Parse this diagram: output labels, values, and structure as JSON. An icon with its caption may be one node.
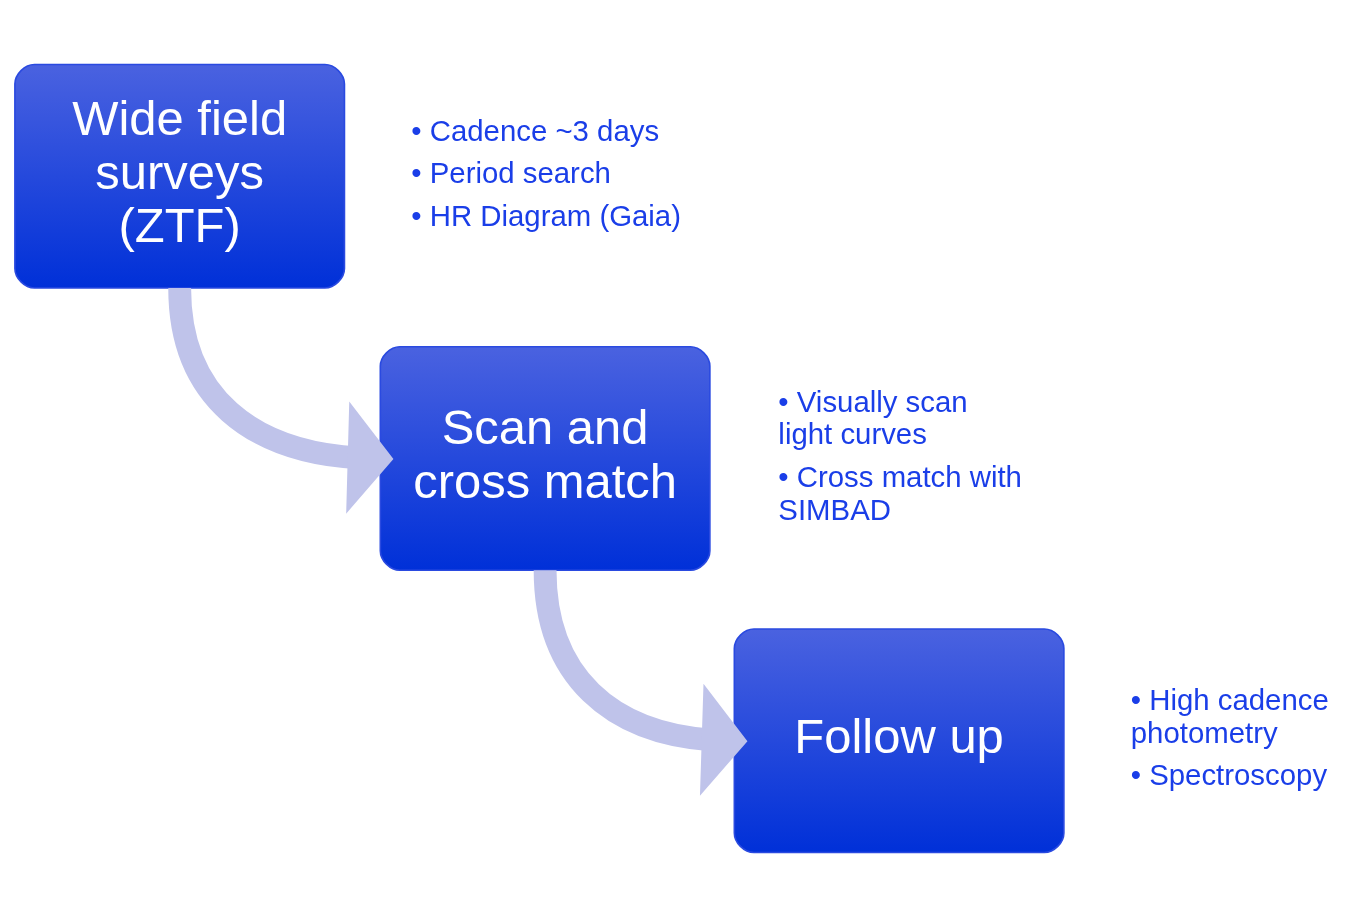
{
  "diagram": {
    "nodes": [
      {
        "text": [
          "Wide field surveys (ZTF)"
        ],
        "beside": [
          "• Cadence ~3 days",
          "• Period search",
          "• HR Diagram (Gaia)"
        ]
      },
      {
        "text": [
          "Scan and cross match"
        ],
        "beside": [
          "• Visually scan light curves",
          "• Cross match with SIMBAD"
        ]
      },
      {
        "text": [
          "Follow up"
        ],
        "beside": [
          "• High cadence photometry",
          "• Spectroscopy"
        ]
      }
    ],
    "edges": [
      {
        "from": 0,
        "to": 1,
        "arrow": "to"
      },
      {
        "from": 1,
        "to": 2,
        "arrow": "to"
      }
    ]
  }
}
